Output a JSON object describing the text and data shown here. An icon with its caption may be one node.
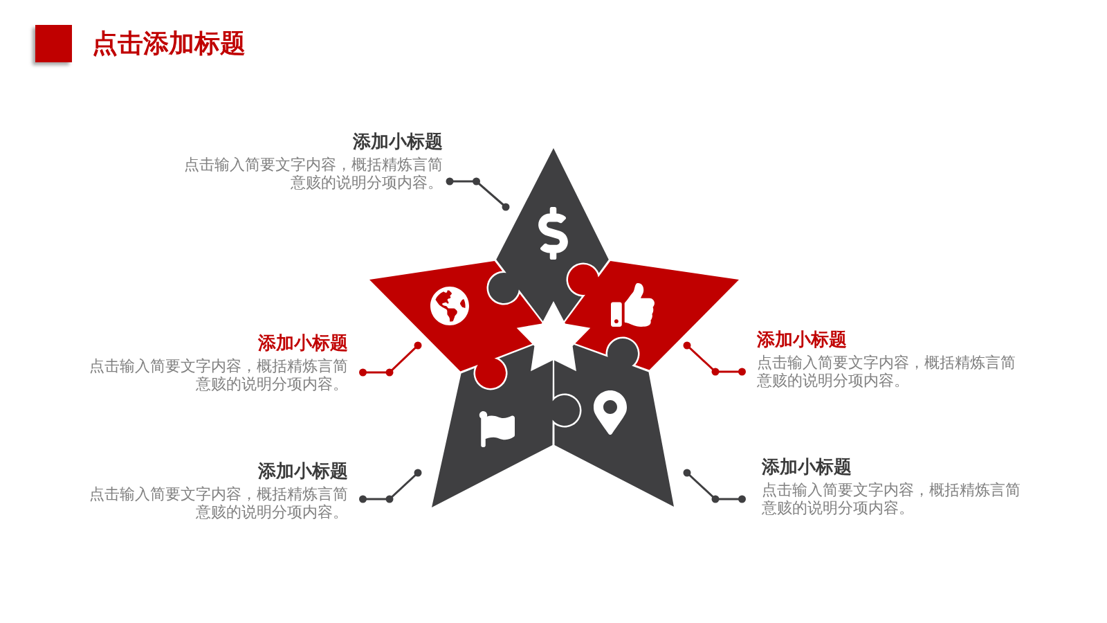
{
  "diagram": {
    "title": "点击添加标题",
    "nodes": [
      {
        "text": [
          "添加小标题",
          "点击输入简要文字内容，概括精炼言简意赅的说明分项内容。"
        ]
      },
      {
        "text": [
          "添加小标题",
          "点击输入简要文字内容，概括精炼言简意赅的说明分项内容。"
        ]
      },
      {
        "text": [
          "添加小标题",
          "点击输入简要文字内容，概括精炼言简意赅的说明分项内容。"
        ]
      },
      {
        "text": [
          "添加小标题",
          "点击输入简要文字内容，概括精炼言简意赅的说明分项内容。"
        ]
      },
      {
        "text": [
          "添加小标题",
          "点击输入简要文字内容，概括精炼言简意赅的说明分项内容。"
        ]
      }
    ],
    "edges": [
      {
        "from": 0,
        "to": null,
        "arrow": "other"
      },
      {
        "from": 1,
        "to": null,
        "arrow": "other",
        "color": "#c00000"
      },
      {
        "from": 2,
        "to": null,
        "arrow": "other",
        "color": "#c00000"
      },
      {
        "from": 3,
        "to": null,
        "arrow": "other"
      },
      {
        "from": 4,
        "to": null,
        "arrow": "other"
      }
    ]
  }
}
